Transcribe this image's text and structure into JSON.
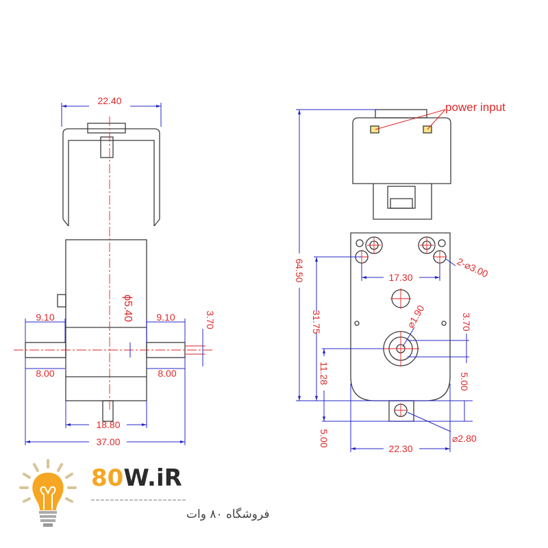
{
  "left_view": {
    "dims": {
      "width_top": "22.40",
      "total_width": "37.00",
      "body_width": "18.80",
      "shaft_left_len": "9.10",
      "shaft_right_len": "9.10",
      "shaft_left_flat": "8.00",
      "shaft_right_flat": "8.00",
      "shaft_flat_height": "3.70",
      "shaft_diameter": "ϕ5.40"
    }
  },
  "right_view": {
    "label_power": "power input",
    "dims": {
      "total_height": "64.50",
      "hole_to_bottom": "31.75",
      "shaft_to_tab": "11.28",
      "hole_spacing": "17.30",
      "holes": "2-⌀3.00",
      "shaft_hole": "⌀1.90",
      "shaft_flat": "3.70",
      "tab_height_right": "5.00",
      "tab_height_left": "5.00",
      "body_width": "22.30",
      "tab_hole": "⌀2.80"
    }
  },
  "logo": {
    "brand_a": "80",
    "brand_b": "W.iR",
    "tagline": "فروشگاه ۸۰ وات",
    "colors": {
      "accent": "#f5a623",
      "dark": "#2b2b2b"
    }
  }
}
